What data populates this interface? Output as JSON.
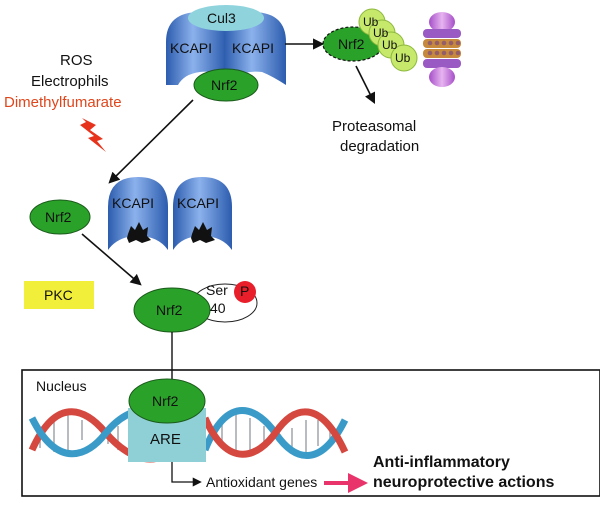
{
  "stressors": {
    "ros": "ROS",
    "electrophiles": "Electrophils",
    "drug": "Dimethylfumarate"
  },
  "complex": {
    "cul3": "Cul3",
    "kcapi_left": "KCAPI",
    "kcapi_right": "KCAPI",
    "nrf2": "Nrf2"
  },
  "ubiquitination": {
    "nrf2": "Nrf2",
    "ub": [
      "Ub",
      "Ub",
      "Ub",
      "Ub"
    ]
  },
  "proteasome": {
    "label_line1": "Proteasomal",
    "label_line2": "degradation"
  },
  "released": {
    "nrf2": "Nrf2",
    "kcapi_left": "KCAPI",
    "kcapi_right": "KCAPI"
  },
  "kinase": {
    "pkc": "PKC",
    "nrf2": "Nrf2",
    "ser": "Ser",
    "ser_number": "40",
    "phospho": "P"
  },
  "nucleus": {
    "title": "Nucleus",
    "nrf2": "Nrf2",
    "are": "ARE",
    "genes": "Antioxidant genes",
    "outcome_line1": "Anti-inflammatory",
    "outcome_line2": "neuroprotective actions"
  },
  "colors": {
    "nrf2_green": "#2aa22a",
    "kcapi_blue": "#3f6fc4",
    "cul3_cyan": "#8fd4dd",
    "ub_lime": "#c6e86b",
    "drug_orange": "#e0461c",
    "pkc_yellow": "#f2ef3a",
    "phospho_red": "#e81e2a",
    "are_cyan": "#8fd0d6",
    "outcome_arrow": "#e8336b"
  }
}
